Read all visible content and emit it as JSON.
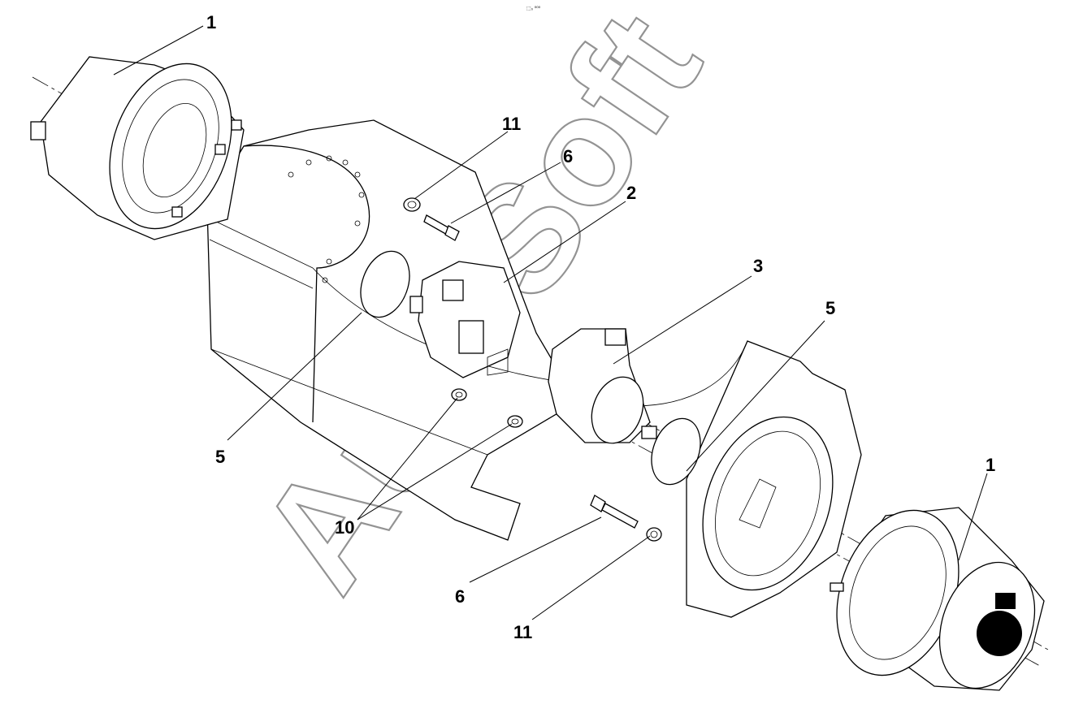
{
  "header": {
    "mark": "⬚₀ ⁰⁰⁰"
  },
  "watermark": "AutoSoft",
  "callouts": [
    {
      "id": "c1a",
      "label": "1"
    },
    {
      "id": "c1b",
      "label": "1"
    },
    {
      "id": "c2",
      "label": "2"
    },
    {
      "id": "c3",
      "label": "3"
    },
    {
      "id": "c5a",
      "label": "5"
    },
    {
      "id": "c5b",
      "label": "5"
    },
    {
      "id": "c6a",
      "label": "6"
    },
    {
      "id": "c6b",
      "label": "6"
    },
    {
      "id": "c10",
      "label": "10"
    },
    {
      "id": "c11a",
      "label": "11"
    },
    {
      "id": "c11b",
      "label": "11"
    }
  ]
}
